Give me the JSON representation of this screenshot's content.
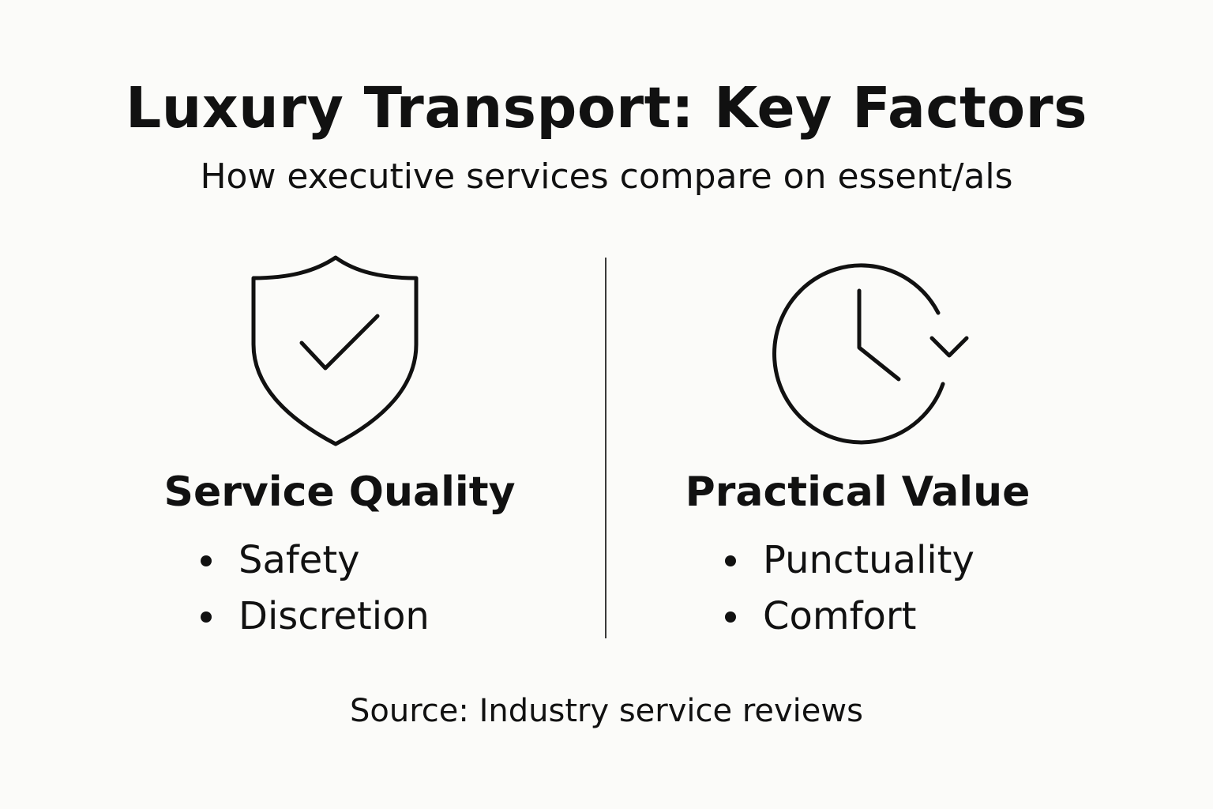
{
  "header": {
    "title": "Luxury Transport: Key Factors",
    "subtitle": "How executive services compare on essent/als"
  },
  "columns": [
    {
      "icon": "shield-check-icon",
      "heading": "Service Quality",
      "items": [
        "Safety",
        "Discretion"
      ]
    },
    {
      "icon": "clock-refresh-icon",
      "heading": "Practical Value",
      "items": [
        "Punctuality",
        "Comfort"
      ]
    }
  ],
  "footer": {
    "source": "Source: Industry service reviews"
  },
  "colors": {
    "background": "#fbfbf9",
    "ink": "#111111",
    "divider": "#3a3a3a"
  }
}
